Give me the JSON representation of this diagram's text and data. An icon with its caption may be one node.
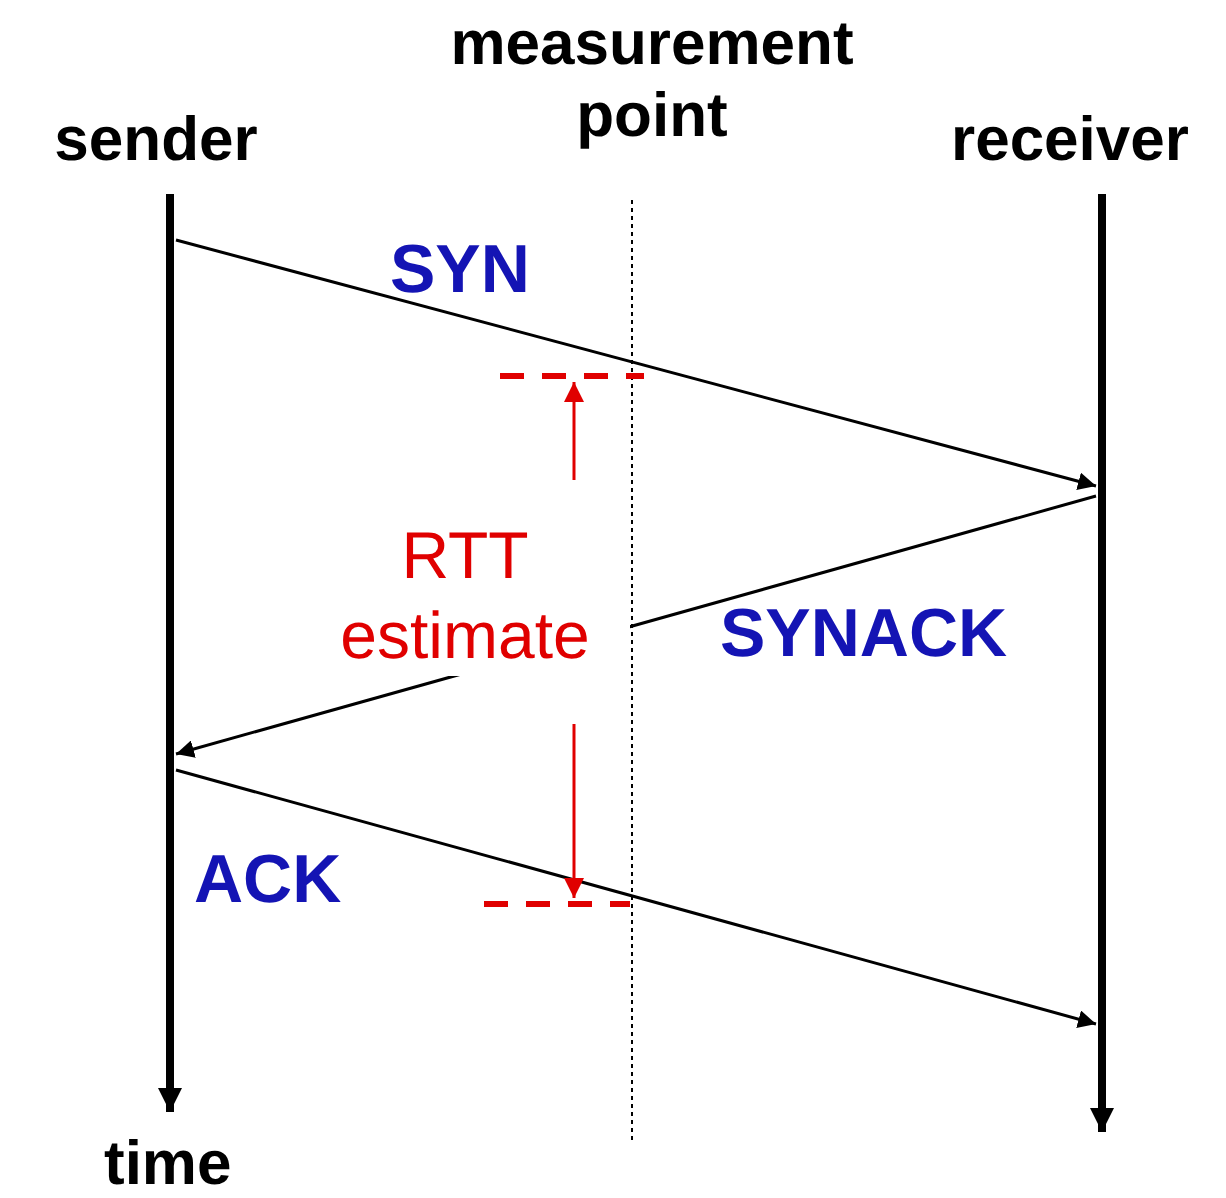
{
  "diagram": {
    "nodes": [
      {
        "text": [
          "sender"
        ],
        "beside": [
          "time"
        ]
      },
      {
        "text": [
          "measurement point"
        ]
      },
      {
        "text": [
          "receiver"
        ]
      }
    ],
    "edges": [
      {
        "from": 0,
        "to": 2,
        "arrow": "to",
        "label": "SYN"
      },
      {
        "from": 2,
        "to": 0,
        "arrow": "to",
        "label": "SYNACK"
      },
      {
        "from": 0,
        "to": 2,
        "arrow": "to",
        "label": "ACK"
      }
    ],
    "labels": [
      "RTT estimate"
    ]
  }
}
